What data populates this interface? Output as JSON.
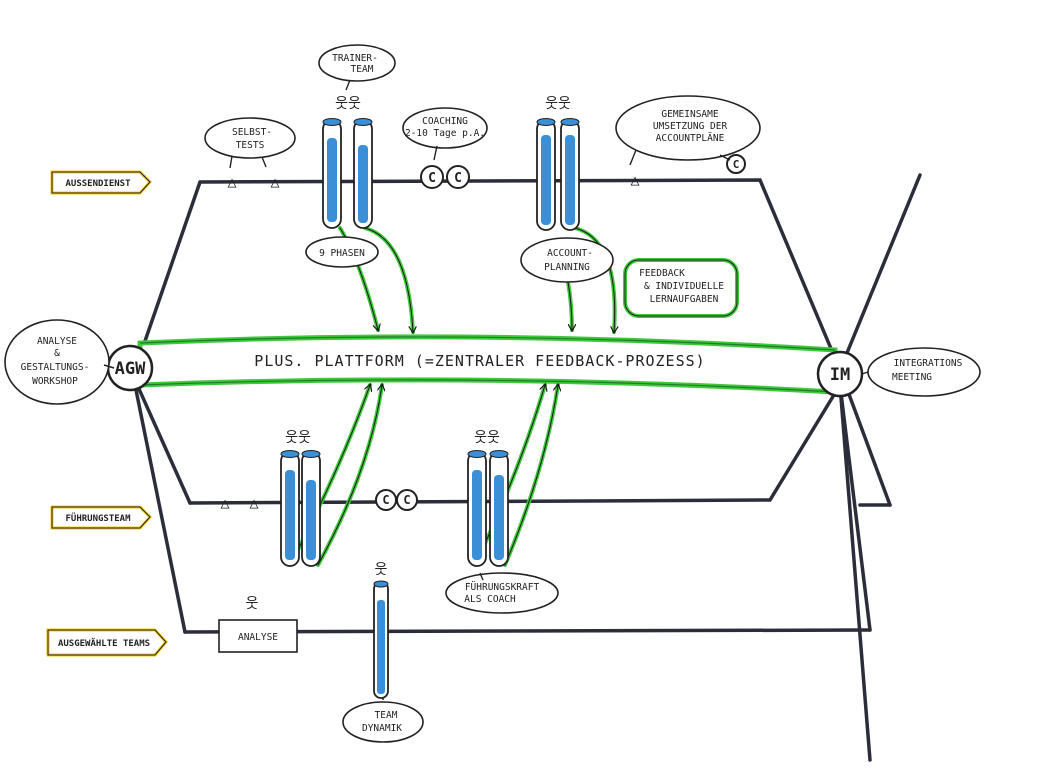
{
  "lanes": {
    "aussendienst": "AUSSENDIENST",
    "fuehrungsteam": "FÜHRUNGSTEAM",
    "ausgewaehlte": "AUSGEWÄHLTE TEAMS"
  },
  "nodes": {
    "agw": "AGW",
    "im": "IM"
  },
  "platform": "PLUS. PLATTFORM (=ZENTRALER FEEDBACK-PROZESS)",
  "bubbles": {
    "analyse_l1": "ANALYSE",
    "analyse_l2": "&",
    "analyse_l3": "GESTALTUNGS-",
    "analyse_l4": "WORKSHOP",
    "selbsttests_l1": "SELBST-",
    "selbsttests_l2": "TESTS",
    "trainerteam_l1": "TRAINER-",
    "trainerteam_l2": "TEAM",
    "coaching_l1": "COACHING",
    "coaching_l2": "2-10 Tage p.A.",
    "gemeinsame_l1": "GEMEINSAME",
    "gemeinsame_l2": "UMSETZUNG DER",
    "gemeinsame_l3": "ACCOUNTPLÄNE",
    "neunphasen": "9 PHASEN",
    "account_l1": "ACCOUNT-",
    "account_l2": "PLANNING",
    "feedback_l1": "FEEDBACK",
    "feedback_l2": "& INDIVIDUELLE",
    "feedback_l3": "LERNAUFGABEN",
    "integration_l1": "INTEGRATIONS",
    "integration_l2": "MEETING",
    "fuehrungskraft_l1": "FÜHRUNGSKRAFT",
    "fuehrungskraft_l2": "ALS COACH",
    "analyse_box": "ANALYSE",
    "teamdynamik_l1": "TEAM",
    "teamdynamik_l2": "DYNAMIK"
  },
  "glyphs": {
    "coach": "C",
    "test": "△",
    "person": "웃",
    "persons": "웃웃"
  },
  "colors": {
    "green": "#3ec93a",
    "blue": "#3a8fd6",
    "ink": "#2b2d3a",
    "yellow": "#f2c81a"
  }
}
